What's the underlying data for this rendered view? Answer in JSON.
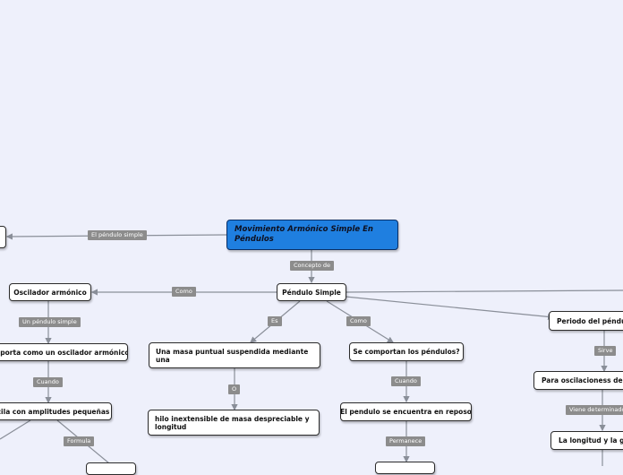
{
  "root": {
    "title": "Movimiento Armónico Simple En Péndulos"
  },
  "nodes": {
    "pendulo_simple": "Péndulo Simple",
    "oscilador_armonico": "Oscilador armónico",
    "se_comporta": "mporta como un oscilador armónico",
    "oscila_amplitudes": "cila con amplitudes pequeñas",
    "masa_puntual": "Una  masa puntual  suspendida mediante una",
    "hilo_inextensible": "hilo inextensible de masa despreciable y longitud",
    "se_comportan": "Se comportan los péndulos?",
    "pendulo_reposo": "El pendulo se encuentra en reposo",
    "periodo": "Periodo del péndul",
    "para_oscilaciones": "Para oscilaciones",
    "de_po": "s de po",
    "longitud_gravedad": "La longitud y la gra"
  },
  "labels": {
    "el_pendulo_simple": "El péndulo simple",
    "concepto_de": "Concepto de",
    "como_left": "Como",
    "un_pendulo_simple": "Un péndulo simple",
    "cuando_left": "Cuando",
    "formula": "Formula",
    "es": "Es",
    "o": "O",
    "como_right": "Como",
    "cuando_right": "Cuando",
    "permanece": "Permanece",
    "sirve": "Sirve",
    "viene_de": "Viene de",
    "terminado": "terminado"
  }
}
